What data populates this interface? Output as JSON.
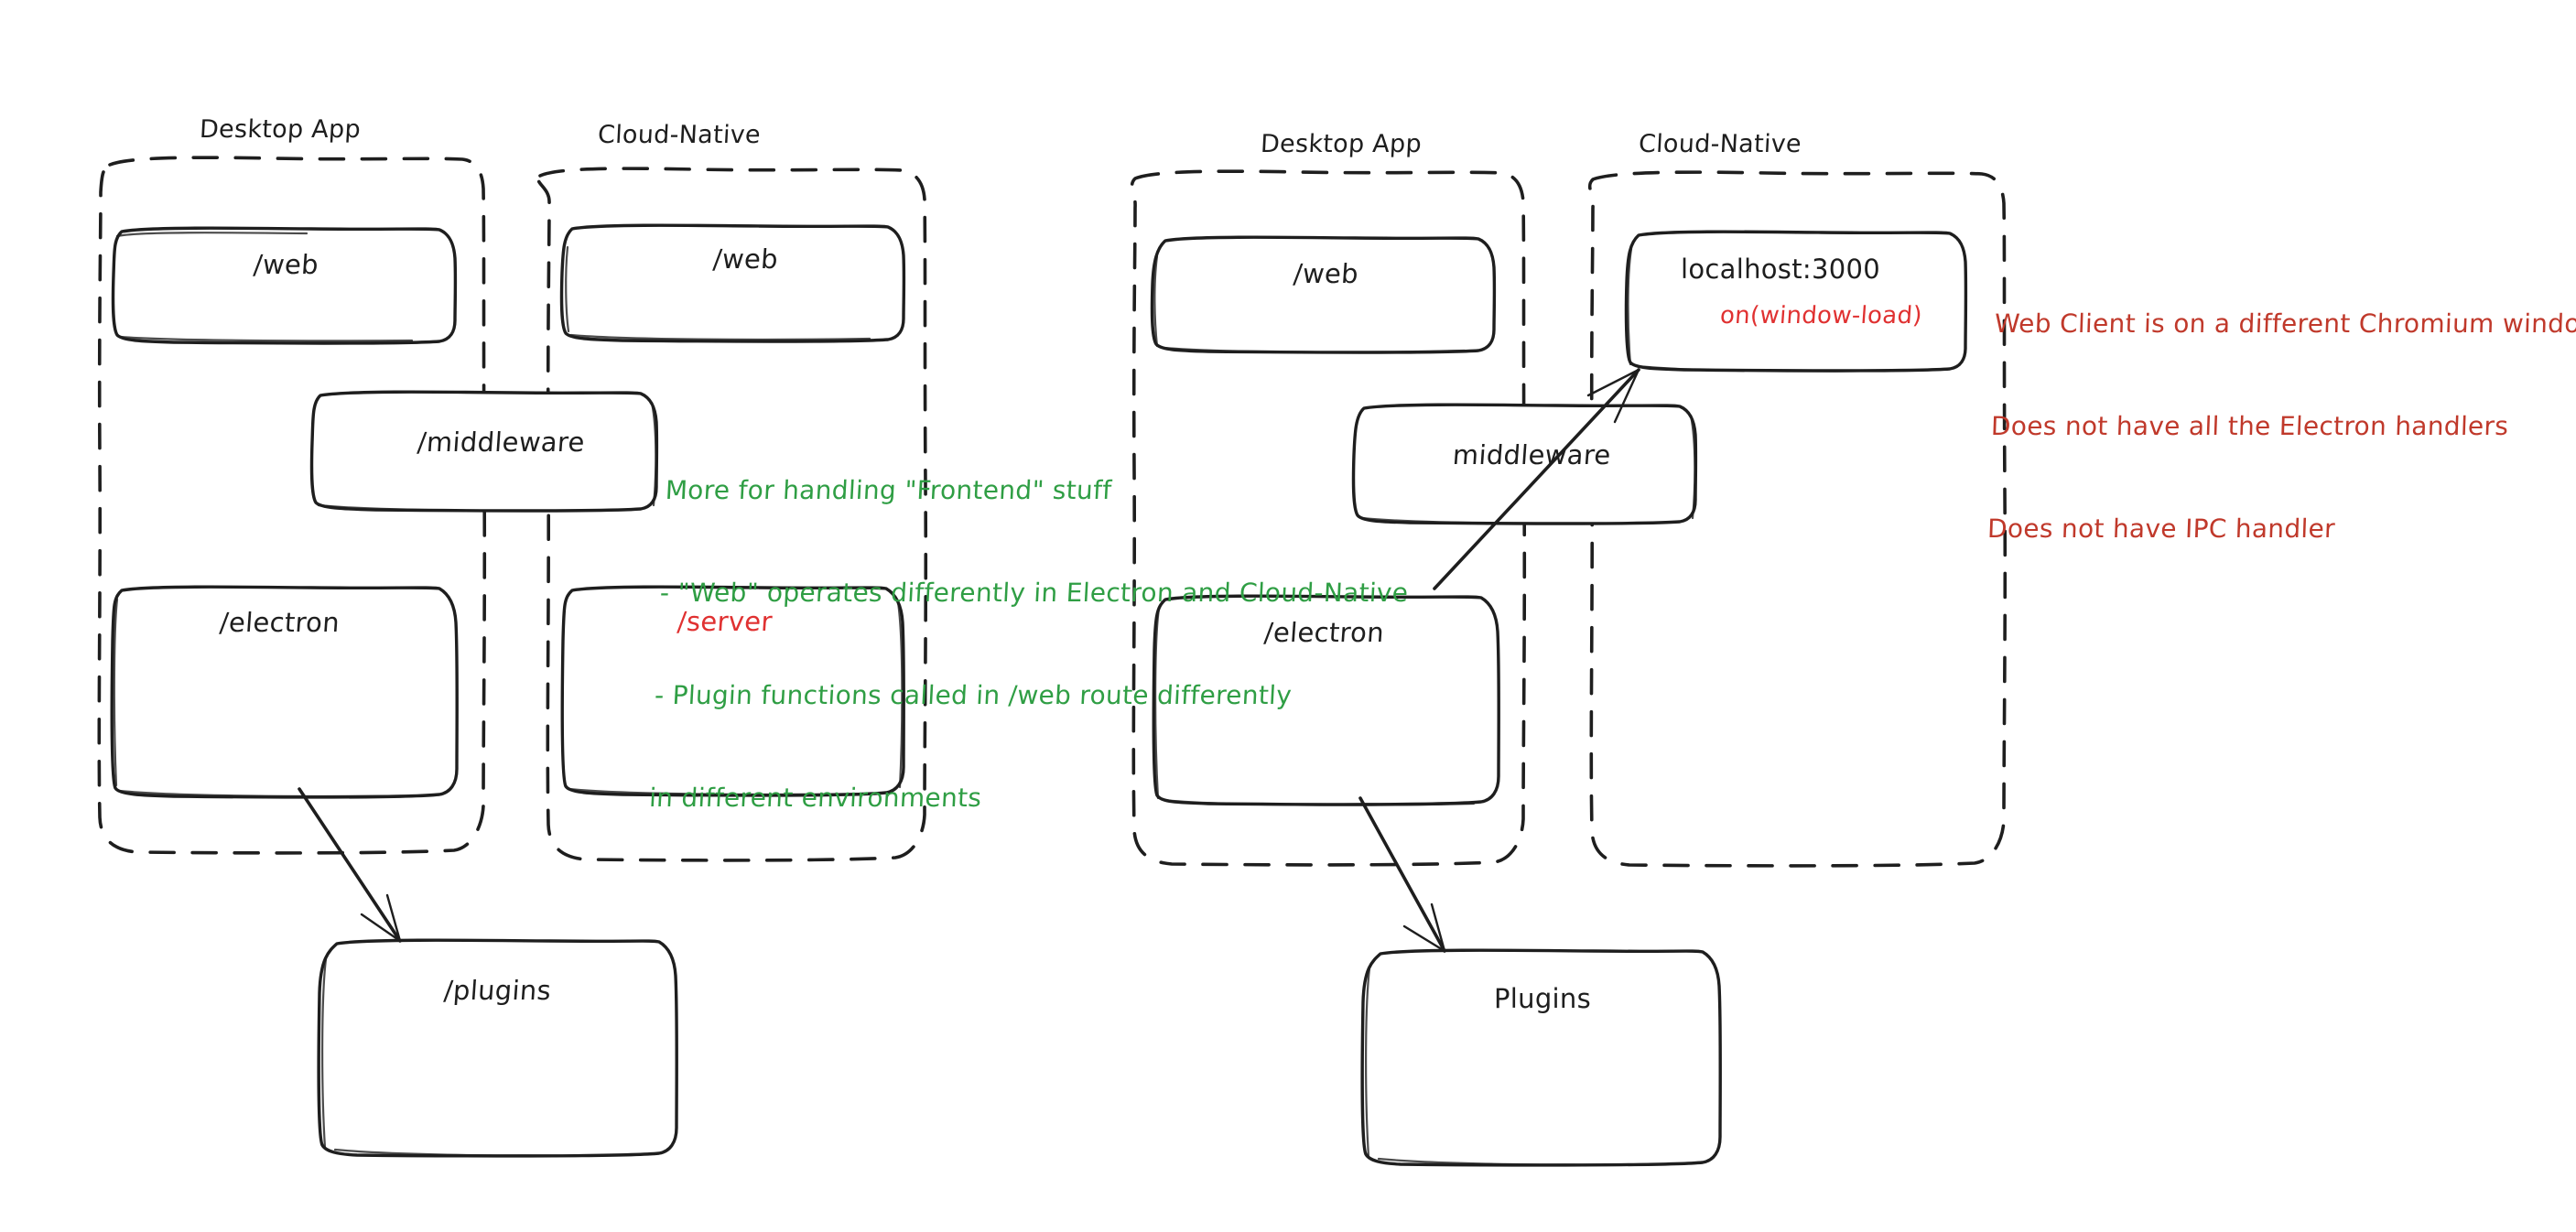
{
  "canvas": {
    "title": "Architecture whiteboard sketch",
    "background": "#ffffff",
    "ink": "#1e1e1e",
    "accent_red": "#e03131",
    "accent_green": "#2f9e44",
    "annotation_red": "#c0392b"
  },
  "left_diagram": {
    "groups": [
      {
        "label": "Desktop App"
      },
      {
        "label": "Cloud-Native"
      }
    ],
    "nodes": [
      {
        "label": "/web",
        "color": "#1e1e1e"
      },
      {
        "label": "/web",
        "color": "#1e1e1e"
      },
      {
        "label": "/middleware",
        "color": "#1e1e1e"
      },
      {
        "label": "/electron",
        "color": "#1e1e1e"
      },
      {
        "label": "/server",
        "color": "#e03131"
      },
      {
        "label": "/plugins",
        "color": "#1e1e1e"
      }
    ],
    "annotation": {
      "color": "#2f9e44",
      "lines": [
        "More for handling \"Frontend\" stuff",
        "- \"Web\" operates differently in Electron and Cloud-Native",
        "- Plugin functions called in /web route differently",
        "in different environments"
      ]
    }
  },
  "right_diagram": {
    "groups": [
      {
        "label": "Desktop App"
      },
      {
        "label": "Cloud-Native"
      }
    ],
    "nodes": [
      {
        "label": "/web",
        "color": "#1e1e1e"
      },
      {
        "label": "localhost:3000",
        "color": "#1e1e1e"
      },
      {
        "label": "on(window-load)",
        "color": "#e03131"
      },
      {
        "label": "middleware",
        "color": "#1e1e1e"
      },
      {
        "label": "/electron",
        "color": "#1e1e1e"
      },
      {
        "label": "Plugins",
        "color": "#1e1e1e"
      }
    ],
    "annotation": {
      "color": "#c0392b",
      "lines": [
        "Web Client is on a different Chromium window",
        "Does not have all the Electron handlers",
        "Does not have IPC handler"
      ]
    }
  }
}
